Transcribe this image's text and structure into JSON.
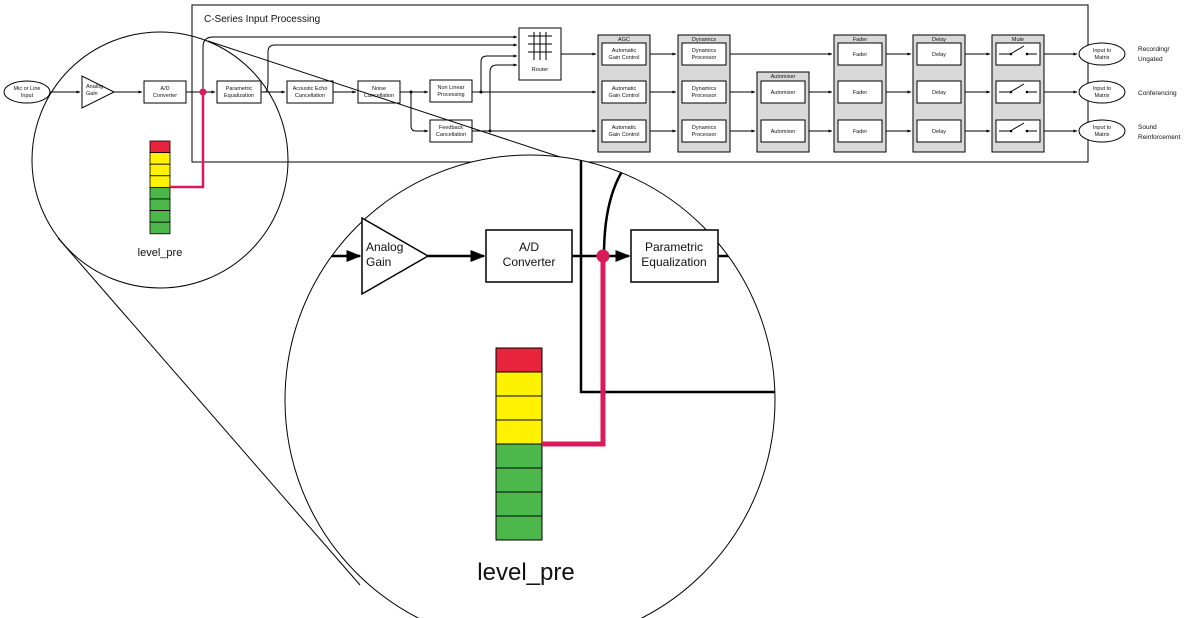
{
  "title": "C-Series Input Processing",
  "blocks": {
    "mic_input": [
      "Mic or Line",
      "Input"
    ],
    "analog_gain": [
      "Analog",
      "Gain"
    ],
    "ad_converter": [
      "A/D",
      "Converter"
    ],
    "parametric_eq": [
      "Parametric",
      "Equalization"
    ],
    "aec": [
      "Acoustic Echo",
      "Cancellation"
    ],
    "noise_cancel": [
      "Noise",
      "Cancellation"
    ],
    "nonlinear": [
      "Non Linear",
      "Processing"
    ],
    "feedback": [
      "Feedback",
      "Cancellation"
    ],
    "router": "Router",
    "agc_group": "AGC",
    "agc": [
      "Automatic",
      "Gain Control"
    ],
    "dynamics_group": "Dynamics",
    "dynamics": [
      "Dynamics",
      "Processor"
    ],
    "automixer_group": "Automixer",
    "automixer": "Automixer",
    "fader_group": "Fader",
    "fader": "Fader",
    "delay_group": "Delay",
    "delay": "Delay",
    "mute_group": "Mute",
    "matrix_input": [
      "Input to",
      "Matrix"
    ]
  },
  "outputs": {
    "recording": [
      "Recording/",
      "Ungated"
    ],
    "conferencing": "Conferencing",
    "sound": [
      "Sound",
      "Reinforcement"
    ]
  },
  "meter": {
    "label": "level_pre",
    "segment_colors": [
      "#e8243c",
      "#fff200",
      "#fff200",
      "#fff200",
      "#4cb84c",
      "#4cb84c",
      "#4cb84c",
      "#4cb84c"
    ]
  },
  "zoom": {
    "analog_gain": [
      "Analog",
      "Gain"
    ],
    "ad_converter": [
      "A/D",
      "Converter"
    ],
    "parametric_eq": [
      "Parametric",
      "Equalization"
    ],
    "meter_label": "level_pre"
  },
  "colors": {
    "tap_line": "#d9195a",
    "group_fill": "#d9d9d9"
  }
}
